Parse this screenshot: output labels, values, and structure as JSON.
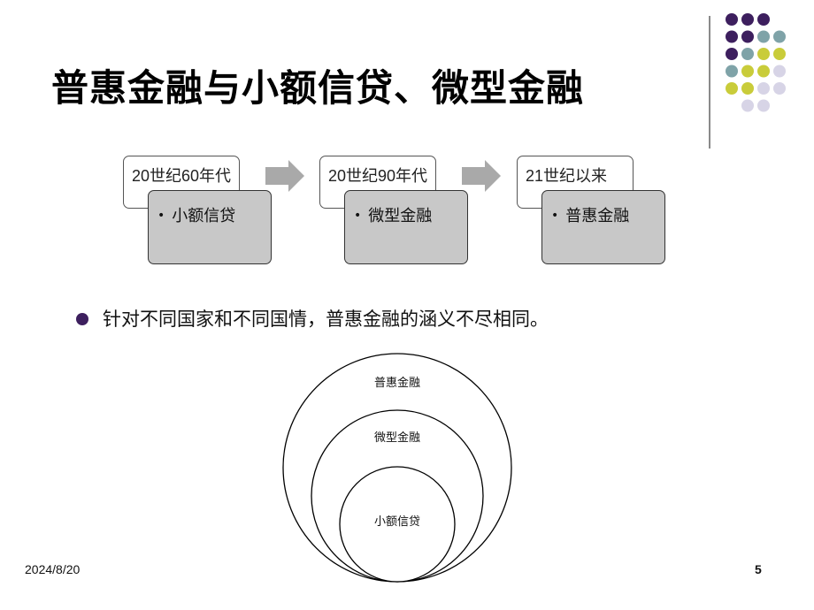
{
  "slide": {
    "title": "普惠金融与小额信贷、微型金融",
    "stages": [
      {
        "era": "20世纪60年代",
        "topic": "小额信贷"
      },
      {
        "era": "20世纪90年代",
        "topic": "微型金融"
      },
      {
        "era": "21世纪以来",
        "topic": "普惠金融"
      }
    ],
    "bullet_glyph": "•",
    "statement": "针对不同国家和不同国情，普惠金融的涵义不尽相同。",
    "venn": {
      "outer": "普惠金融",
      "middle": "微型金融",
      "inner": "小额信贷"
    },
    "footer": {
      "date": "2024/8/20",
      "page": "5"
    }
  },
  "colors": {
    "dot_purple": "#3d1f5e",
    "dot_teal": "#7fa3a8",
    "dot_olive": "#c9cc3a",
    "dot_lavender": "#d7d4e6",
    "topic_fill": "#c8c8c8",
    "arrow_fill": "#a9a9a9"
  }
}
